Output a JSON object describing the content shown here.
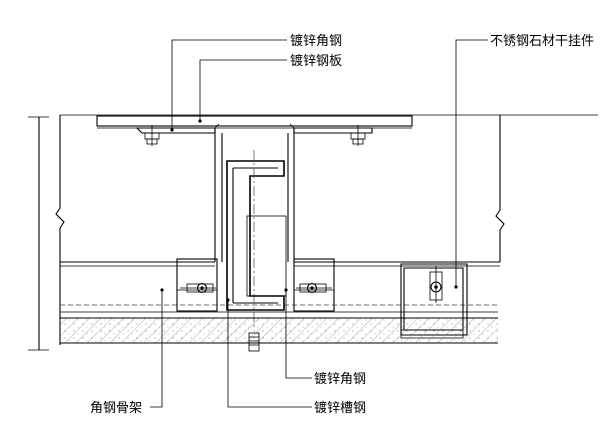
{
  "labels": {
    "top_angle": "镀锌角钢",
    "top_plate": "镀锌钢板",
    "right_hanger": "不锈钢石材干挂件",
    "bottom_angle": "镀锌角钢",
    "left_frame": "角钢骨架",
    "bottom_channel": "镀锌槽钢"
  }
}
